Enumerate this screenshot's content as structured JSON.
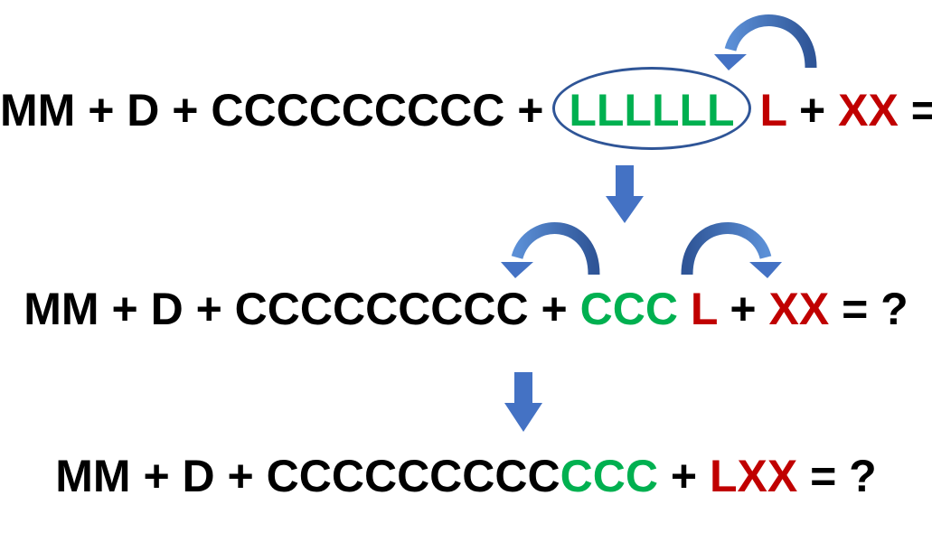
{
  "colors": {
    "text": "#000000",
    "green": "#00b050",
    "red": "#c00000",
    "arrow": "#4472c4",
    "ellipse": "#2f5597"
  },
  "equations": [
    {
      "segments": [
        {
          "text": "MM + D + CCCCCCCCC + ",
          "color": "black"
        },
        {
          "text": "LLLLLL",
          "color": "green",
          "circled": true
        },
        {
          "text": " ",
          "color": "black"
        },
        {
          "text": "L",
          "color": "red"
        },
        {
          "text": " + ",
          "color": "black"
        },
        {
          "text": "XX",
          "color": "red"
        },
        {
          "text": " = ?",
          "color": "black"
        }
      ]
    },
    {
      "segments": [
        {
          "text": "MM + D + CCCCCCCCC + ",
          "color": "black"
        },
        {
          "text": "CCC",
          "color": "green"
        },
        {
          "text": " ",
          "color": "black"
        },
        {
          "text": "L",
          "color": "red"
        },
        {
          "text": " + ",
          "color": "black"
        },
        {
          "text": "XX",
          "color": "red"
        },
        {
          "text": " = ?",
          "color": "black"
        }
      ]
    },
    {
      "segments": [
        {
          "text": "MM + D + CCCCCCCCC",
          "color": "black"
        },
        {
          "text": "CCC",
          "color": "green"
        },
        {
          "text": " + ",
          "color": "black"
        },
        {
          "text": "LXX",
          "color": "red"
        },
        {
          "text": " = ?",
          "color": "black"
        }
      ]
    }
  ],
  "arrows": [
    {
      "kind": "curved-left",
      "meaning": "move"
    },
    {
      "kind": "down",
      "meaning": "next-step"
    },
    {
      "kind": "curved-left",
      "meaning": "move"
    },
    {
      "kind": "curved-right",
      "meaning": "move"
    },
    {
      "kind": "down",
      "meaning": "next-step"
    }
  ]
}
